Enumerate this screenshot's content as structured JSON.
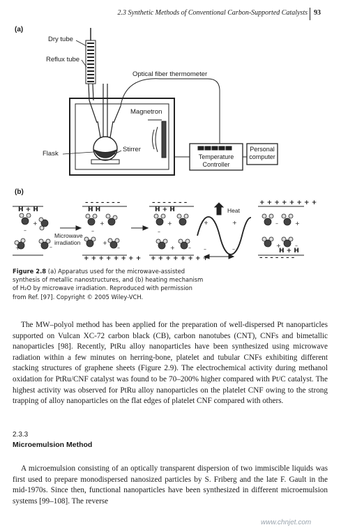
{
  "header": {
    "running_title": "2.3 Synthetic Methods of Conventional Carbon-Supported Catalysts",
    "page_number": "93"
  },
  "figure": {
    "panel_a": {
      "label": "(a)",
      "dry_tube": "Dry tube",
      "reflux_tube": "Reflux tube",
      "optical_fiber": "Optical fiber thermometer",
      "magnetron": "Magnetron",
      "stirrer": "Stirrer",
      "flask": "Flask",
      "temperature_controller": [
        "Temperature",
        "Controller"
      ],
      "personal_computer": [
        "Personal",
        "computer"
      ]
    },
    "panel_b": {
      "label": "(b)",
      "hh_1": "H + H",
      "hh_2": "H  H",
      "hh_3": "H + H",
      "hh_4": "H + H",
      "microwave_irradiation": [
        "Microwave",
        "irradiation"
      ],
      "heat": "Heat",
      "minus_row": "– – – – – – –",
      "plus_row": "+ + + + + + + +"
    }
  },
  "caption": {
    "label": "Figure 2.8",
    "text_1": "(a) Apparatus used for the microwave-assisted",
    "text_2": "synthesis of metallic nanostructures, and (b) heating mechanism",
    "text_3": "of H₂O by microwave irradiation. Reproduced with permission",
    "text_4": "from Ref. [97]. Copyright © 2005 Wiley-VCH."
  },
  "paragraph_1": "The MW–polyol method has been applied for the preparation of well-dispersed Pt nanoparticles supported on Vulcan XC-72 carbon black (CB), carbon nanotubes (CNT), CNFs and bimetallic nanoparticles [98]. Recently, PtRu alloy nanoparticles have been synthesized using microwave radiation within a few minutes on herring-bone, platelet and tubular CNFs exhibiting different stacking structures of graphene sheets (Figure 2.9). The electrochemical activity during methanol oxidation for PtRu/CNF catalyst was found to be 70–200% higher compared with Pt/C catalyst. The highest activity was observed for PtRu alloy nanoparticles on the platelet CNF owing to the strong trapping of alloy nanoparticles on the flat edges of platelet CNF compared with others.",
  "section": {
    "number": "2.3.3",
    "title": "Microemulsion Method"
  },
  "paragraph_2": "A microemulsion consisting of an optically transparent dispersion of two immiscible liquids was first used to prepare monodispersed nanosized particles by S. Friberg and the late F. Gault in the mid-1970s. Since then, functional nanoparticles have been synthesized in different microemulsion systems [99–108]. The reverse",
  "watermark": "www.chnjet.com"
}
